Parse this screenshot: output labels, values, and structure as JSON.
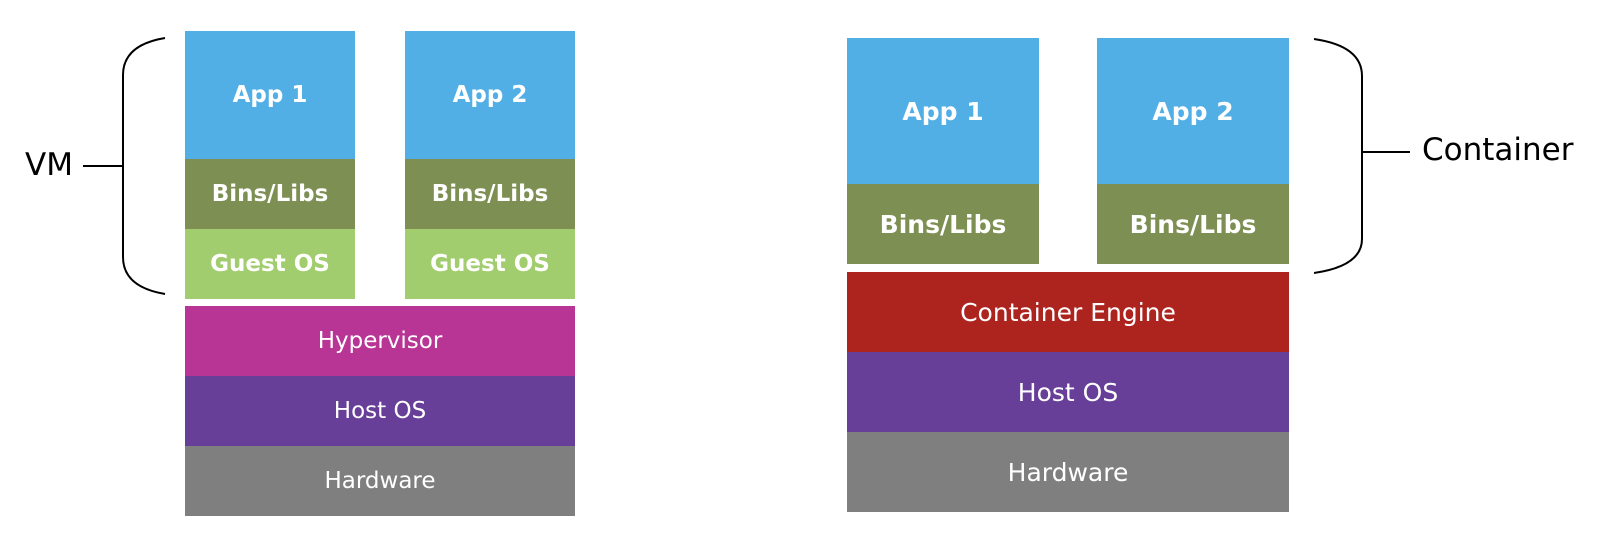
{
  "colors": {
    "app": "#52afe6",
    "bins": "#7d8f52",
    "guest_os": "#a2cd6e",
    "hypervisor": "#b93595",
    "host_os": "#673e98",
    "hardware": "#7f7f7f",
    "container_engine": "#ad231e"
  },
  "vm": {
    "label": "VM",
    "app1": "App 1",
    "app2": "App 2",
    "bins1": "Bins/Libs",
    "bins2": "Bins/Libs",
    "guest1": "Guest OS",
    "guest2": "Guest OS",
    "hypervisor": "Hypervisor",
    "host_os": "Host OS",
    "hardware": "Hardware"
  },
  "container": {
    "label": "Container",
    "app1": "App 1",
    "app2": "App 2",
    "bins1": "Bins/Libs",
    "bins2": "Bins/Libs",
    "engine": "Container Engine",
    "host_os": "Host OS",
    "hardware": "Hardware"
  }
}
